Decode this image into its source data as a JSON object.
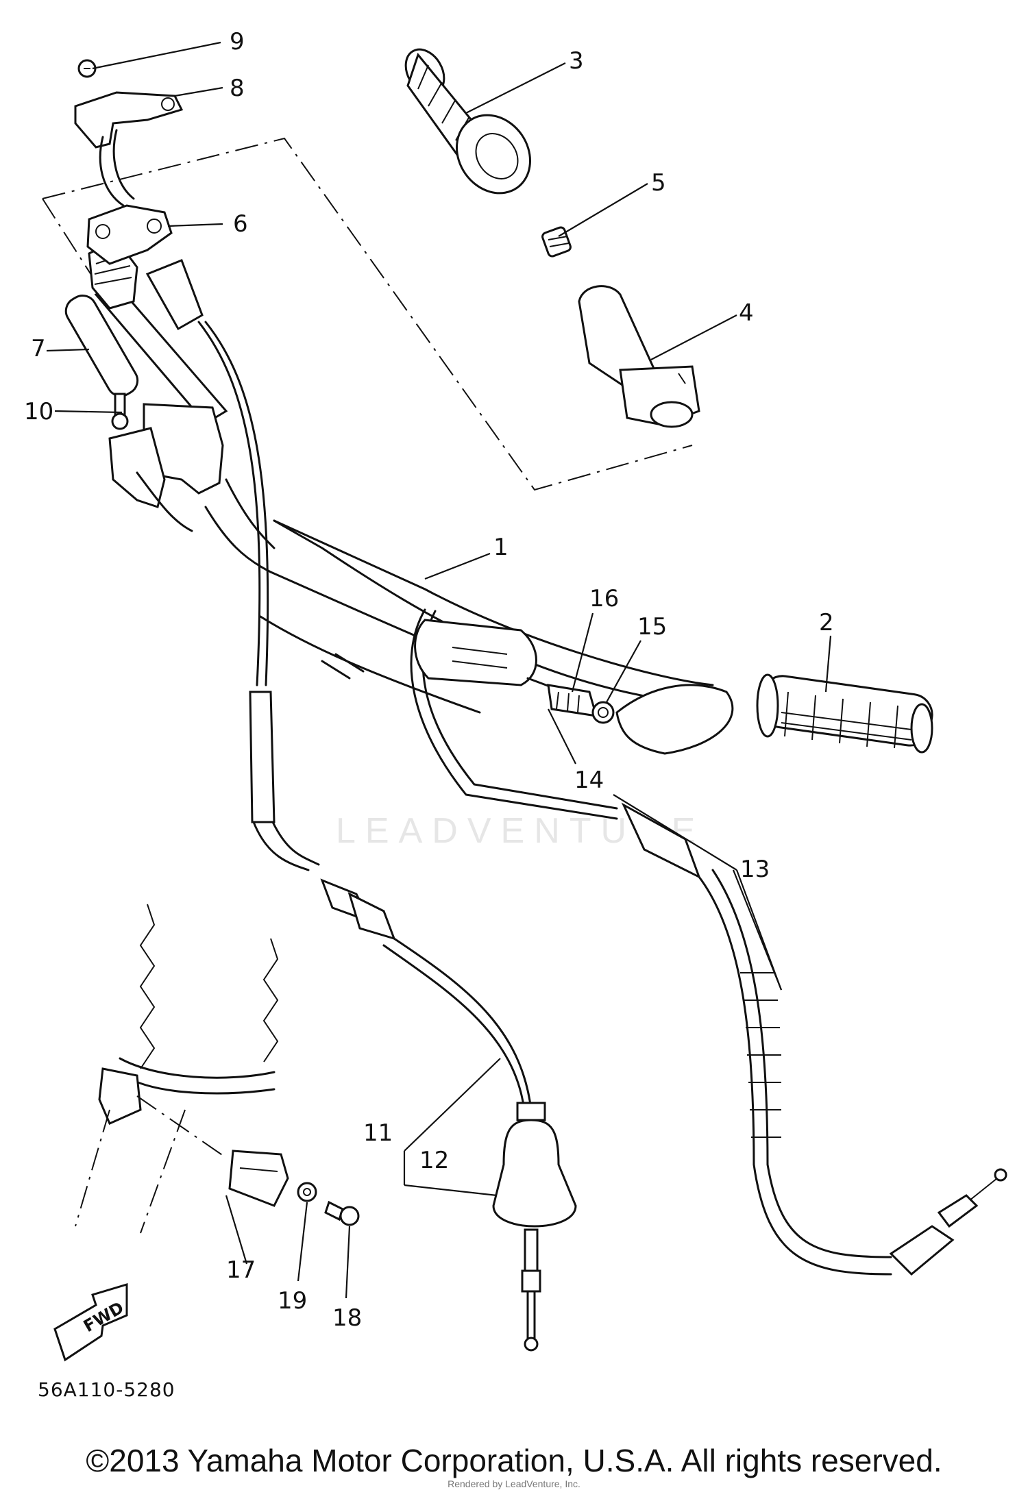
{
  "callouts": [
    "1",
    "2",
    "3",
    "4",
    "5",
    "6",
    "7",
    "8",
    "9",
    "10",
    "11",
    "12",
    "13",
    "14",
    "15",
    "16",
    "17",
    "18",
    "19"
  ],
  "fwd_label": "FWD",
  "watermark": "LEADVENTURE",
  "diagram_code": "56A110-5280",
  "copyright": "©2013 Yamaha Motor Corporation, U.S.A. All rights reserved.",
  "rendered_by": "Rendered by LeadVenture, Inc."
}
